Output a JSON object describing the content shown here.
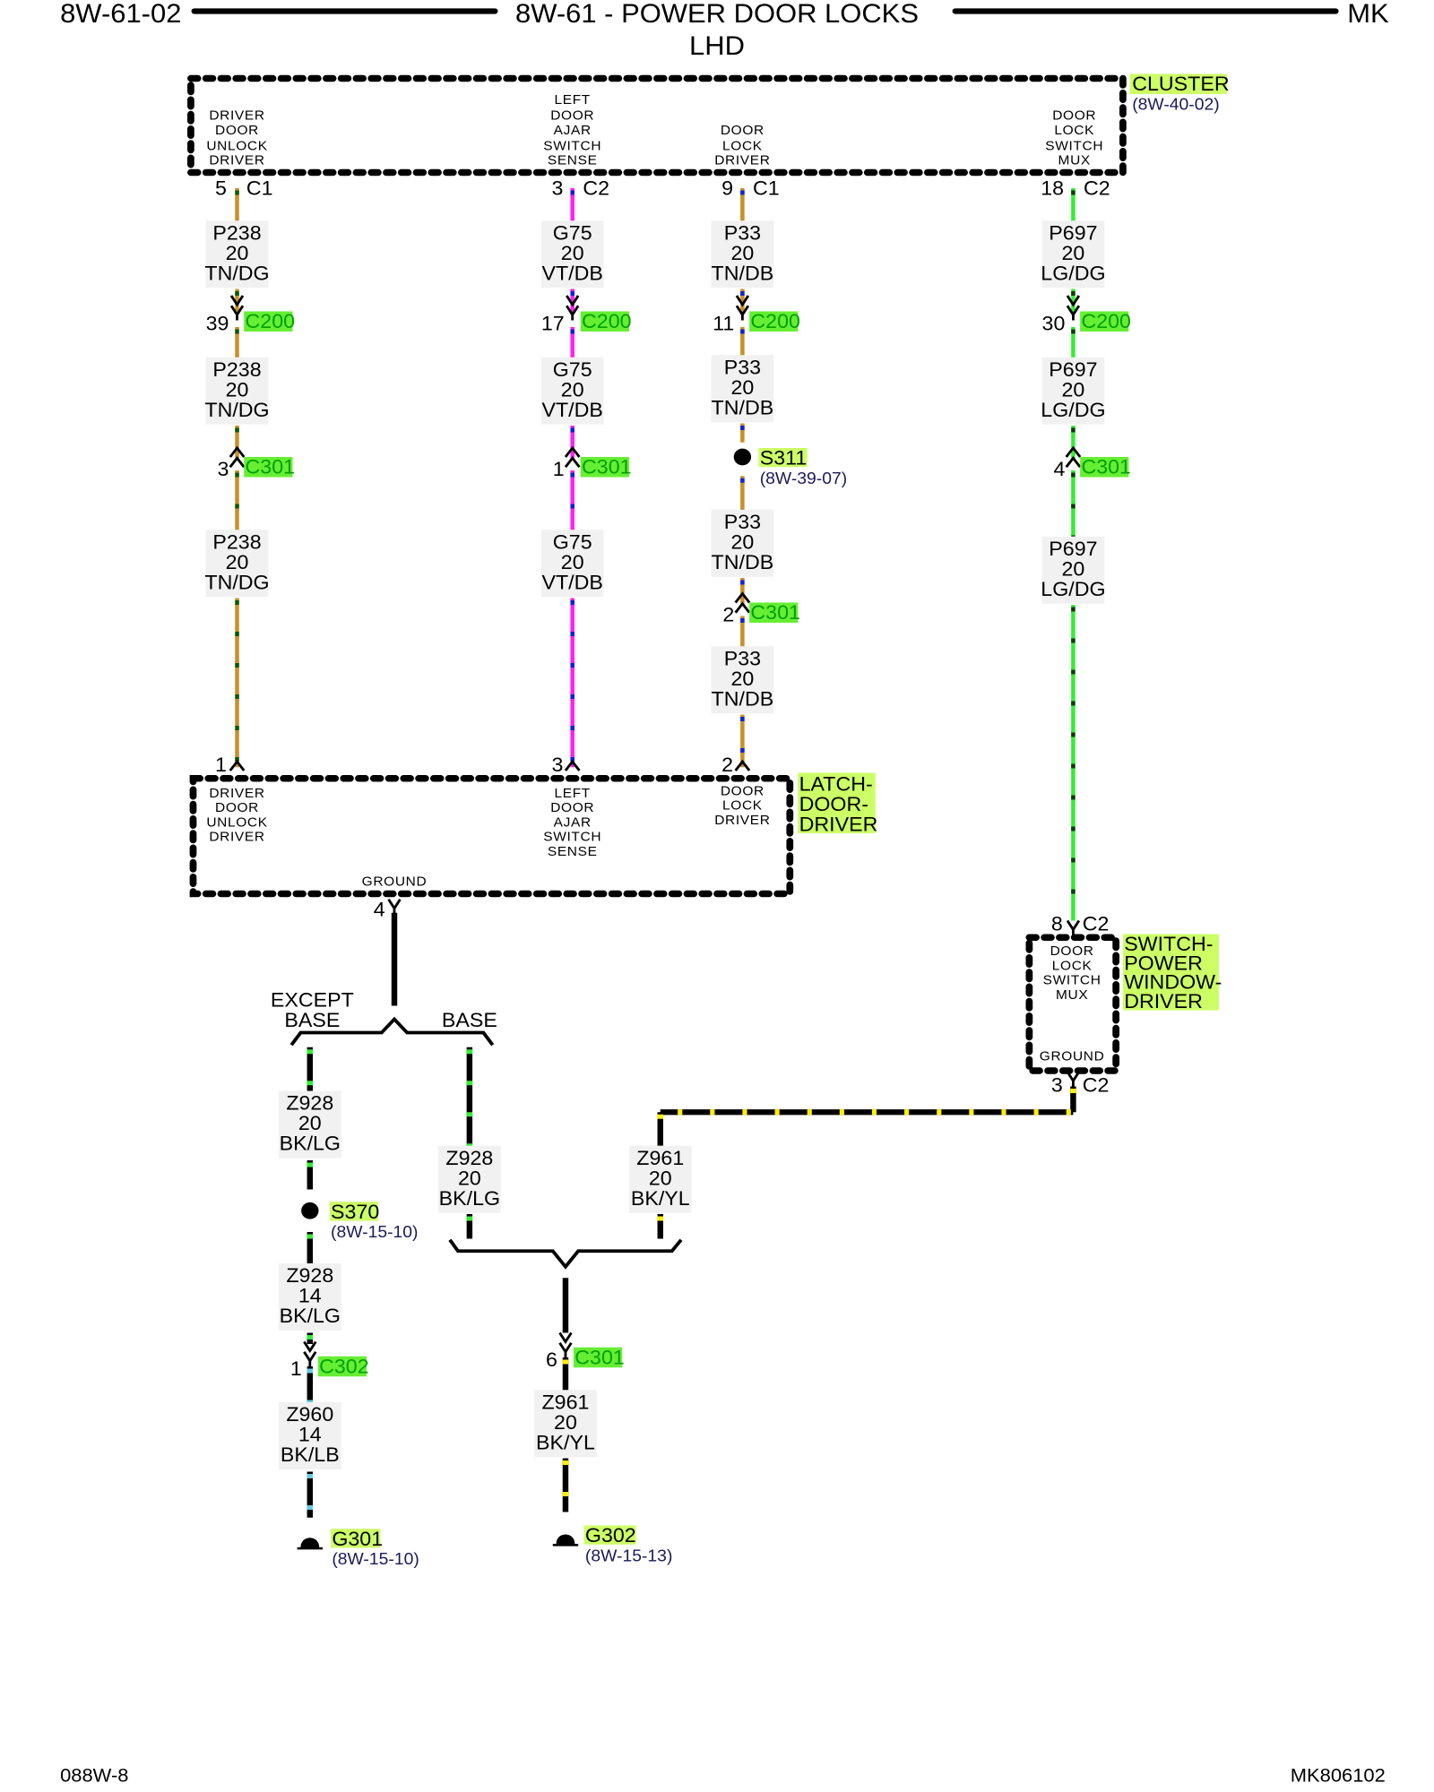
{
  "header": {
    "page_left": "8W-61-02",
    "title": "8W-61 - POWER DOOR LOCKS",
    "subtitle": "LHD",
    "page_right": "MK"
  },
  "footer": {
    "left": "088W-8",
    "right": "MK806102"
  },
  "components": {
    "cluster": {
      "name": "CLUSTER",
      "ref": "(8W-40-02)",
      "pins": [
        {
          "label": [
            "DRIVER",
            "DOOR",
            "UNLOCK",
            "DRIVER"
          ],
          "pin": "5",
          "connector": "C1"
        },
        {
          "label": [
            "LEFT",
            "DOOR",
            "AJAR",
            "SWITCH",
            "SENSE"
          ],
          "pin": "3",
          "connector": "C2"
        },
        {
          "label": [
            "DOOR",
            "LOCK",
            "DRIVER"
          ],
          "pin": "9",
          "connector": "C1"
        },
        {
          "label": [
            "DOOR",
            "LOCK",
            "SWITCH",
            "MUX"
          ],
          "pin": "18",
          "connector": "C2"
        }
      ]
    },
    "latch": {
      "name": [
        "LATCH-",
        "DOOR-",
        "DRIVER"
      ],
      "pins": [
        {
          "label": [
            "DRIVER",
            "DOOR",
            "UNLOCK",
            "DRIVER"
          ],
          "pin": "1"
        },
        {
          "label": [
            "LEFT",
            "DOOR",
            "AJAR",
            "SWITCH",
            "SENSE"
          ],
          "pin": "3"
        },
        {
          "label": [
            "DOOR",
            "LOCK",
            "DRIVER"
          ],
          "pin": "2"
        },
        {
          "label": [
            "GROUND"
          ],
          "pin": "4"
        }
      ]
    },
    "switch": {
      "name": [
        "SWITCH-",
        "POWER",
        "WINDOW-",
        "DRIVER"
      ],
      "pins": [
        {
          "label": [
            "DOOR",
            "LOCK",
            "SWITCH",
            "MUX"
          ],
          "pin": "8",
          "connector": "C2"
        },
        {
          "label": [
            "GROUND"
          ],
          "pin": "3",
          "connector": "C2"
        }
      ]
    }
  },
  "wires": {
    "p238": {
      "circuit": "P238",
      "gauge": "20",
      "color": "TN/DG",
      "base_hex": "#c8902a",
      "stripe_hex": "#0a5a0a"
    },
    "g75": {
      "circuit": "G75",
      "gauge": "20",
      "color": "VT/DB",
      "base_hex": "#ff22ee",
      "stripe_hex": "#1020dd"
    },
    "p33": {
      "circuit": "P33",
      "gauge": "20",
      "color": "TN/DB",
      "base_hex": "#c8902a",
      "stripe_hex": "#1020dd"
    },
    "p697": {
      "circuit": "P697",
      "gauge": "20",
      "color": "LG/DG",
      "base_hex": "#33ee33",
      "stripe_hex": "#0a3a0a"
    },
    "z928_20": {
      "circuit": "Z928",
      "gauge": "20",
      "color": "BK/LG",
      "base_hex": "#000000",
      "stripe_hex": "#33ee33"
    },
    "z928_14": {
      "circuit": "Z928",
      "gauge": "14",
      "color": "BK/LG",
      "base_hex": "#000000",
      "stripe_hex": "#33ee33"
    },
    "z960": {
      "circuit": "Z960",
      "gauge": "14",
      "color": "BK/LB",
      "base_hex": "#000000",
      "stripe_hex": "#66ccdd"
    },
    "z961": {
      "circuit": "Z961",
      "gauge": "20",
      "color": "BK/YL",
      "base_hex": "#000000",
      "stripe_hex": "#ffee00"
    }
  },
  "connectors": {
    "c200": "C200",
    "c301": "C301",
    "c302": "C302",
    "c200_pins": [
      "39",
      "17",
      "11",
      "30"
    ],
    "c301_pins": [
      "3",
      "1",
      "2",
      "4",
      "6"
    ],
    "c302_pin": "1"
  },
  "splices": {
    "s311": {
      "name": "S311",
      "ref": "(8W-39-07)"
    },
    "s370": {
      "name": "S370",
      "ref": "(8W-15-10)"
    }
  },
  "grounds": {
    "g301": {
      "name": "G301",
      "ref": "(8W-15-10)"
    },
    "g302": {
      "name": "G302",
      "ref": "(8W-15-13)"
    }
  },
  "options": {
    "except_base": [
      "EXCEPT",
      "BASE"
    ],
    "base": "BASE"
  }
}
